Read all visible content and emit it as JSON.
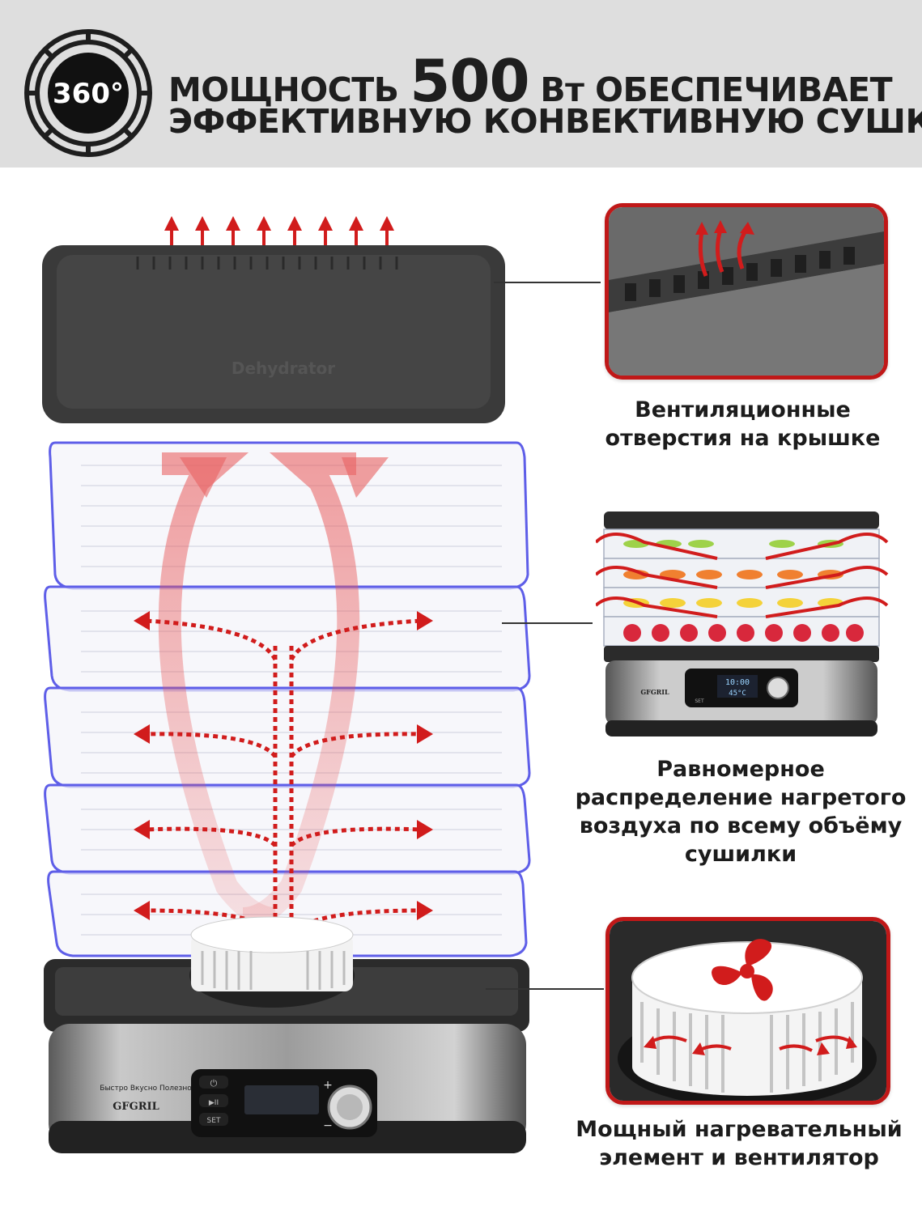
{
  "header": {
    "badge": "360°",
    "line1_pre": "МОЩНОСТЬ",
    "line1_number": "500",
    "line1_post": "Вт ОБЕСПЕЧИВАЕТ",
    "line2": "ЭФФЕКТИВНУЮ КОНВЕКТИВНУЮ СУШКУ"
  },
  "product": {
    "lid_text": "Dehydrator",
    "brand_slogan": "Быстро Вкусно Полезно",
    "brand": "GFGRIL",
    "btn_set": "SET",
    "btn_play": "▶II",
    "btn_power": "⏻",
    "plus": "+",
    "minus": "−"
  },
  "features": [
    {
      "caption": [
        "Вентиляционные",
        "отверстия на крышке"
      ]
    },
    {
      "caption": [
        "Равномерное",
        "распределение нагретого",
        "воздуха по всему объёму",
        "сушилки"
      ]
    },
    {
      "caption": [
        "Мощный нагревательный",
        "элемент и вентилятор"
      ]
    }
  ],
  "mini_display": {
    "time": "10:00",
    "temp": "45°C",
    "set": "SET"
  },
  "colors": {
    "accent_red": "#c01818",
    "banner_bg": "#dedede",
    "dark": "#1e1e1e"
  }
}
